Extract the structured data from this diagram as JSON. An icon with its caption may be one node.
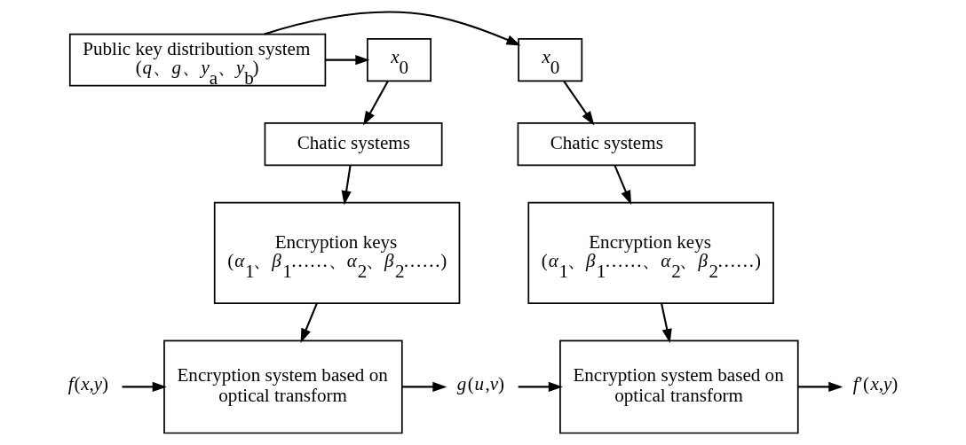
{
  "diagram": {
    "nodes": [
      {
        "text": [
          "Public key distribution system",
          "(*q*、*g*、*y*$_{a}$、*y*$_{b}$)"
        ]
      },
      {
        "text": [
          "*x*$_{0}$"
        ]
      },
      {
        "text": [
          "*x*$_{0}$"
        ]
      },
      {
        "text": [
          "Chatic systems"
        ]
      },
      {
        "text": [
          "Chatic systems"
        ]
      },
      {
        "text": [
          "Encryption keys",
          "(*α*$_{1}$、*β*$_{1}$……、*α*$_{2}$、*β*$_{2}$……)"
        ]
      },
      {
        "text": [
          "Encryption keys",
          "(*α*$_{1}$、*β*$_{1}$……、*α*$_{2}$、*β*$_{2}$……)"
        ]
      },
      {
        "text": [
          "Encryption system based on optical transform"
        ]
      },
      {
        "text": [
          "Encryption system based on optical transform"
        ]
      },
      {
        "text": [
          "*f*(*x*,*y*)"
        ]
      },
      {
        "text": [
          "*g*(*u*,*v*)"
        ]
      },
      {
        "text": [
          "*f*′(*x*,*y*)"
        ]
      }
    ],
    "edges": [
      {
        "from": 0,
        "to": 1,
        "arrow": "to"
      },
      {
        "from": 0,
        "to": 2,
        "arrow": "to"
      },
      {
        "from": 1,
        "to": 3,
        "arrow": "to"
      },
      {
        "from": 3,
        "to": 5,
        "arrow": "to"
      },
      {
        "from": 5,
        "to": 7,
        "arrow": "to"
      },
      {
        "from": 2,
        "to": 4,
        "arrow": "to"
      },
      {
        "from": 4,
        "to": 6,
        "arrow": "to"
      },
      {
        "from": 6,
        "to": 8,
        "arrow": "to"
      },
      {
        "from": 9,
        "to": 7,
        "arrow": "to"
      },
      {
        "from": 7,
        "to": 10,
        "arrow": "to"
      },
      {
        "from": 10,
        "to": 8,
        "arrow": "to"
      },
      {
        "from": 8,
        "to": 11,
        "arrow": "to"
      }
    ]
  }
}
